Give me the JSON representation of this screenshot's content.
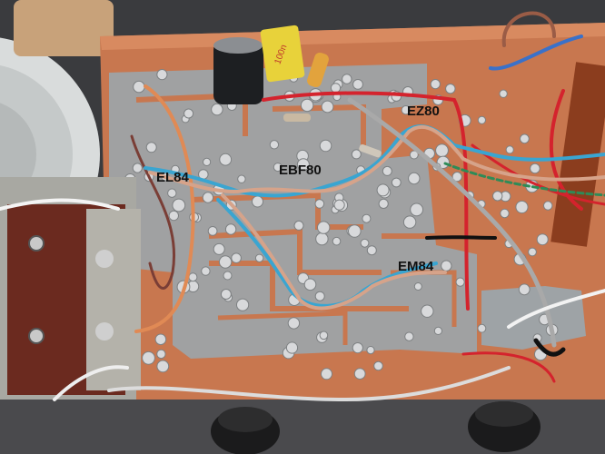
{
  "labels": {
    "el84": "EL84",
    "ebf80": "EBF80",
    "ez80": "EZ80",
    "em84": "EM84"
  },
  "capacitor_text": "100n",
  "colors": {
    "board": "#c8774f",
    "trace": "#9ea3a6",
    "solder": "#d8d9db",
    "wire_blue": "#3aa5d1",
    "wire_tan": "#d6a38a",
    "wire_red": "#d4232d",
    "wire_gray": "#a9a9a9",
    "wire_orange": "#e08a55"
  }
}
